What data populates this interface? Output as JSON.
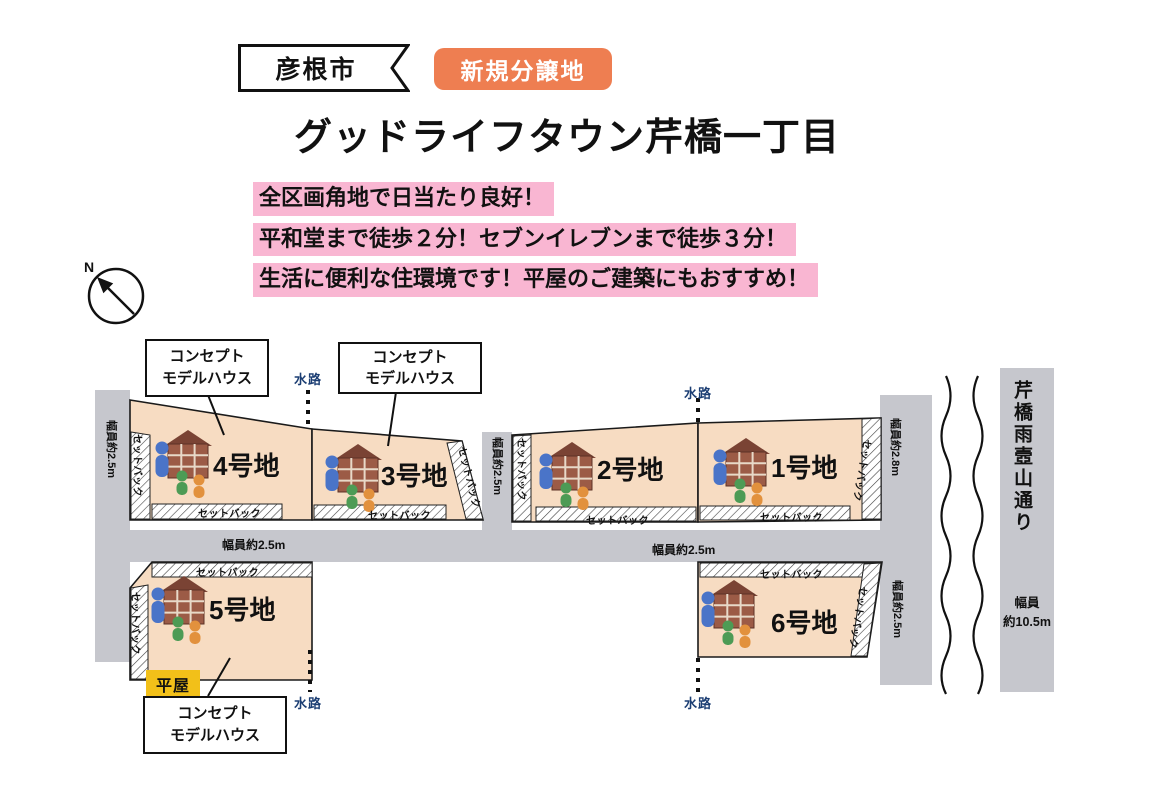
{
  "header": {
    "city_label": "彦根市",
    "new_badge": "新規分譲地",
    "title": "グッドライフタウン芹橋一丁目"
  },
  "highlights": {
    "line1": "全区画角地で日当たり良好！",
    "line2": "平和堂まで徒歩２分！セブンイレブンまで徒歩３分！",
    "line3": "生活に便利な住環境です！平屋のご建築にもおすすめ！"
  },
  "compass": {
    "north_label": "N"
  },
  "callouts": {
    "concept_model_house_line1": "コンセプト",
    "concept_model_house_line2": "モデルハウス",
    "hiraya_badge": "平屋"
  },
  "lots": {
    "lot1": "1号地",
    "lot2": "2号地",
    "lot3": "3号地",
    "lot4": "4号地",
    "lot5": "5号地",
    "lot6": "6号地"
  },
  "map_labels": {
    "setback": "セットバック",
    "waterway": "水路",
    "road_width_2_5": "幅員約2.5m",
    "road_width_2_8": "幅員約2.8m",
    "street_name": "芹橋雨壼山通り",
    "street_width_line1": "幅員",
    "street_width_line2": "約10.5m"
  },
  "colors": {
    "badge_bg": "#ee7e51",
    "highlight_bg": "#f9b6d2",
    "lot_fill": "#f7dcc2",
    "road_fill": "#c6c7cd",
    "hiraya_bg": "#f2c019",
    "waterway_text": "#1c3e73"
  }
}
